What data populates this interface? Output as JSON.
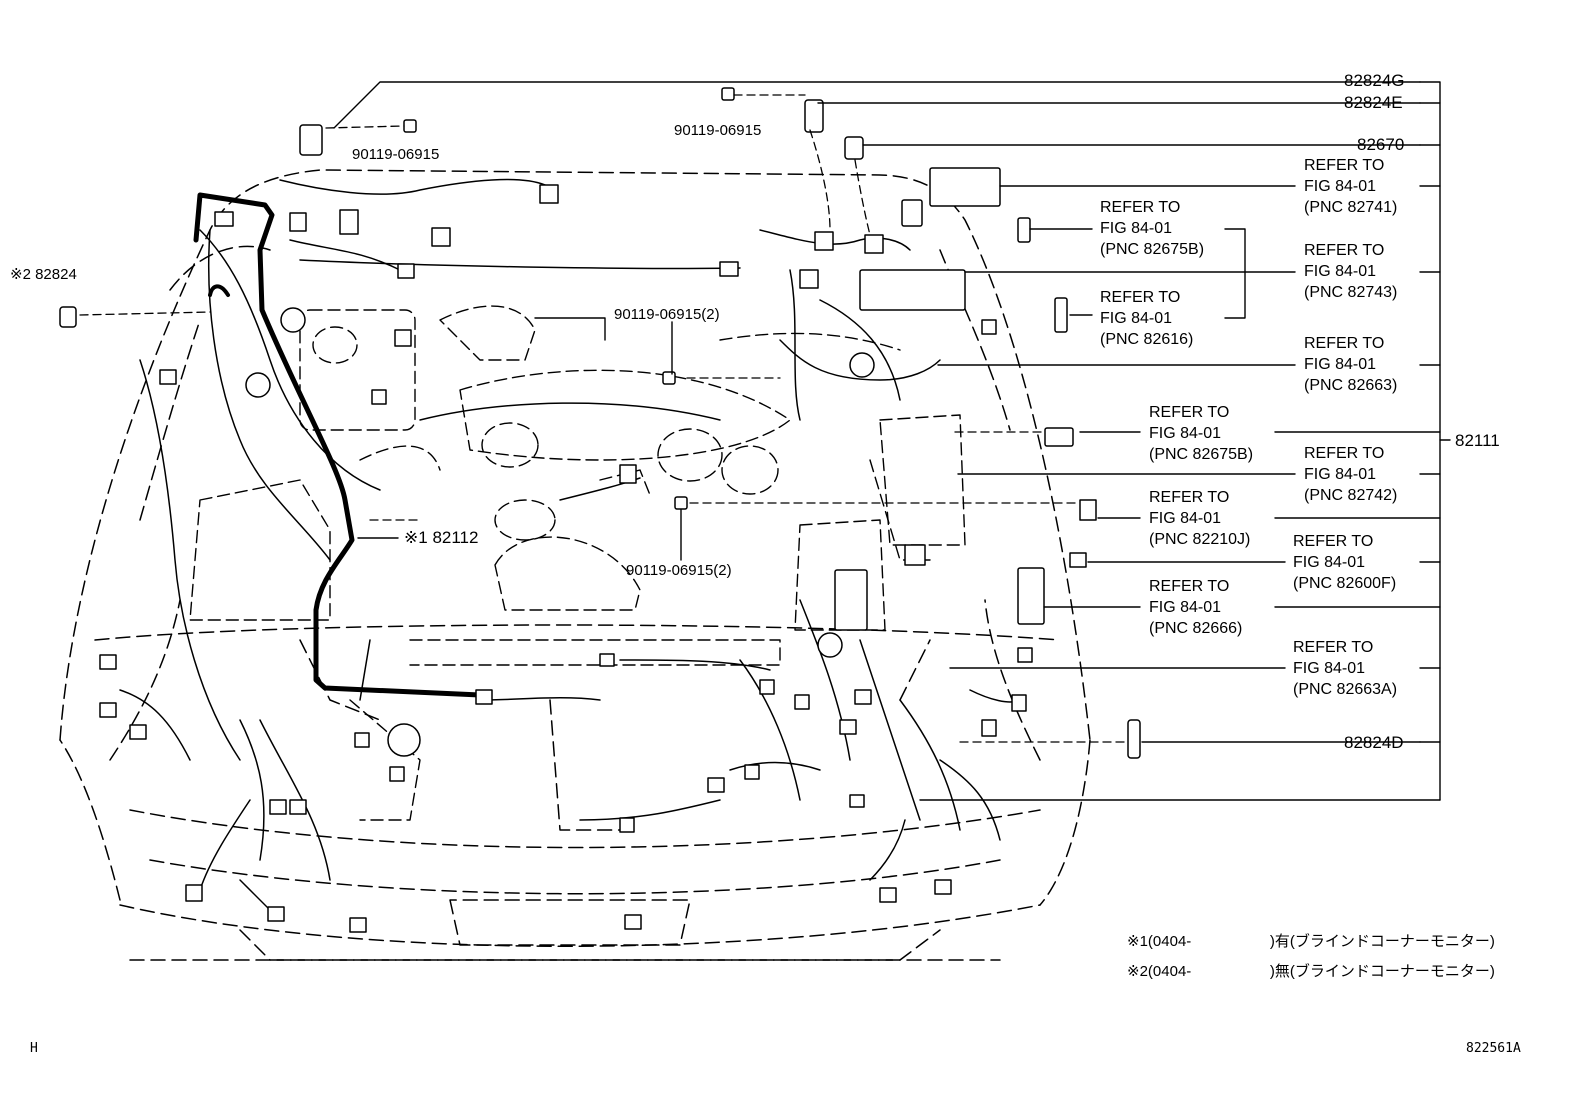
{
  "part_labels": {
    "p82824G": "82824G",
    "p82824E": "82824E",
    "p82670": "82670",
    "p82111": "82111",
    "p82824D": "82824D",
    "p82824": "82824",
    "p82112": "82112",
    "bolt_top_left": "90119-06915",
    "bolt_top_center": "90119-06915",
    "bolt_mid_a": "90119-06915(2)",
    "bolt_mid_b": "90119-06915(2)"
  },
  "markers": {
    "mark2": "※2",
    "mark1": "※1"
  },
  "references": [
    {
      "line1": "REFER TO",
      "line2": "FIG  84-01",
      "line3": "(PNC 82741)"
    },
    {
      "line1": "REFER TO",
      "line2": "FIG  84-01",
      "line3": "(PNC 82675B)"
    },
    {
      "line1": "REFER TO",
      "line2": "FIG  84-01",
      "line3": "(PNC 82743)"
    },
    {
      "line1": "REFER TO",
      "line2": "FIG  84-01",
      "line3": "(PNC 82616)"
    },
    {
      "line1": "REFER TO",
      "line2": "FIG  84-01",
      "line3": "(PNC 82663)"
    },
    {
      "line1": "REFER TO",
      "line2": "FIG  84-01",
      "line3": "(PNC 82675B)"
    },
    {
      "line1": "REFER TO",
      "line2": "FIG  84-01",
      "line3": "(PNC 82742)"
    },
    {
      "line1": "REFER TO",
      "line2": "FIG  84-01",
      "line3": "(PNC 82210J)"
    },
    {
      "line1": "REFER TO",
      "line2": "FIG  84-01",
      "line3": "(PNC 82600F)"
    },
    {
      "line1": "REFER TO",
      "line2": "FIG  84-01",
      "line3": "(PNC 82666)"
    },
    {
      "line1": "REFER TO",
      "line2": "FIG  84-01",
      "line3": "(PNC 82663A)"
    }
  ],
  "notes": [
    {
      "mark": "※1",
      "code": "(0404-",
      "text": ")有(ブラインドコーナーモニター)"
    },
    {
      "mark": "※2",
      "code": "(0404-",
      "text": ")無(ブラインドコーナーモニター)"
    }
  ],
  "footer": {
    "left": "H",
    "right": "822561A"
  }
}
